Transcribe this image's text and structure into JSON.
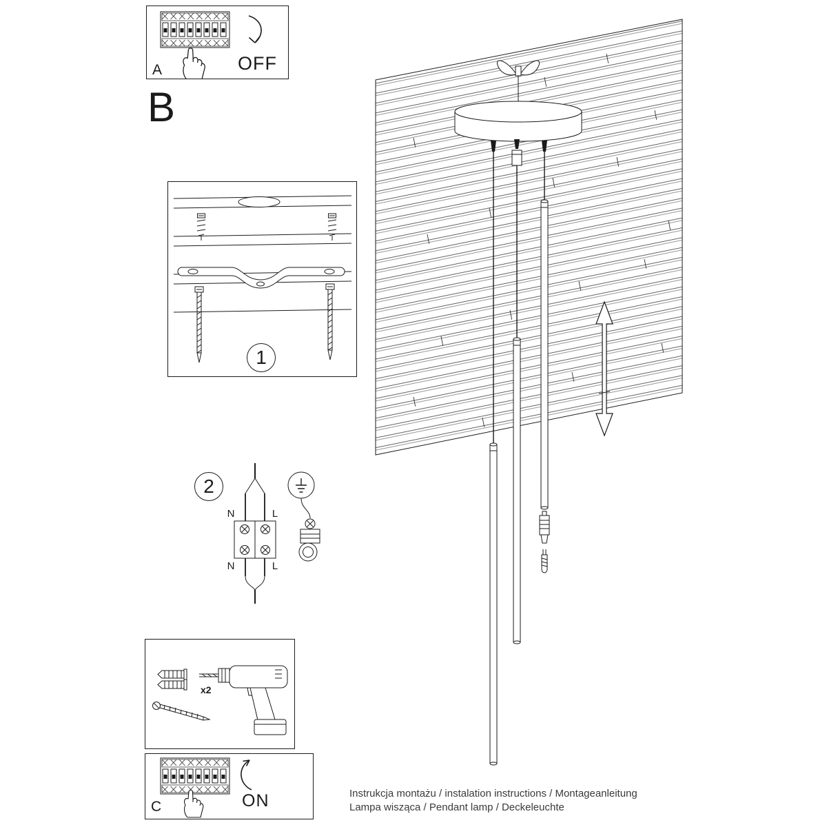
{
  "colors": {
    "ink": "#1a1a1a",
    "paper": "#ffffff"
  },
  "panels": {
    "step_a": {
      "label": "A",
      "switch_state": "OFF"
    },
    "step_b": {
      "label": "B"
    },
    "step_1": {
      "badge": "1"
    },
    "step_2": {
      "badge": "2",
      "wire_labels": {
        "top_left": "N",
        "top_right": "L",
        "bottom_left": "N",
        "bottom_right": "L"
      }
    },
    "tools": {
      "anchor_count_label": "x2"
    },
    "step_c": {
      "label": "C",
      "switch_state": "ON"
    }
  },
  "footer": {
    "line1": "Instrukcja montażu / instalation instructions / Montageanleitung",
    "line2": "Lampa wisząca / Pendant lamp / Deckeleuchte"
  }
}
